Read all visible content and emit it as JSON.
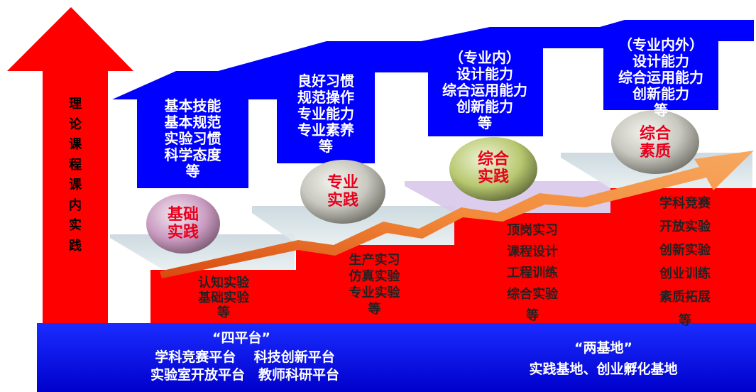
{
  "left_arrow": {
    "label_chars": [
      "理",
      "论",
      "课",
      "程",
      "课",
      "内",
      "实",
      "践"
    ]
  },
  "steps": [
    {
      "ball": "基础\n实践",
      "arrow_text": "基本技能\n基本规范\n实验习惯\n科学态度\n等",
      "stair_text": "认知实验\n基础实验\n等"
    },
    {
      "ball": "专业\n实践",
      "arrow_text": "良好习惯\n规范操作\n专业能力\n专业素养\n等",
      "stair_text": "生产实习\n仿真实验\n专业实验\n等"
    },
    {
      "ball": "综合\n实践",
      "arrow_text": "（专业内）\n设计能力\n综合运用能力\n创新能力\n等",
      "stair_text": "顶岗实习\n课程设计\n工程训练\n综合实验\n等"
    },
    {
      "ball": "综合\n素质",
      "arrow_text": "（专业内外）\n设计能力\n综合运用能力\n创新能力\n等",
      "stair_text": "学科竞赛\n开放实验\n创新实验\n创业训练\n素质拓展\n等"
    }
  ],
  "base": {
    "left_title": "“四平台”",
    "left_line1": "学科竞赛平台　  科技创新平台",
    "left_line2": "实验室开放平台　教师科研平台",
    "right_title": "“两基地”",
    "right_line1": "实践基地、创业孵化基地"
  },
  "colors": {
    "red": "#ff0000",
    "blue": "#0000ff",
    "orange": "#f07020"
  }
}
